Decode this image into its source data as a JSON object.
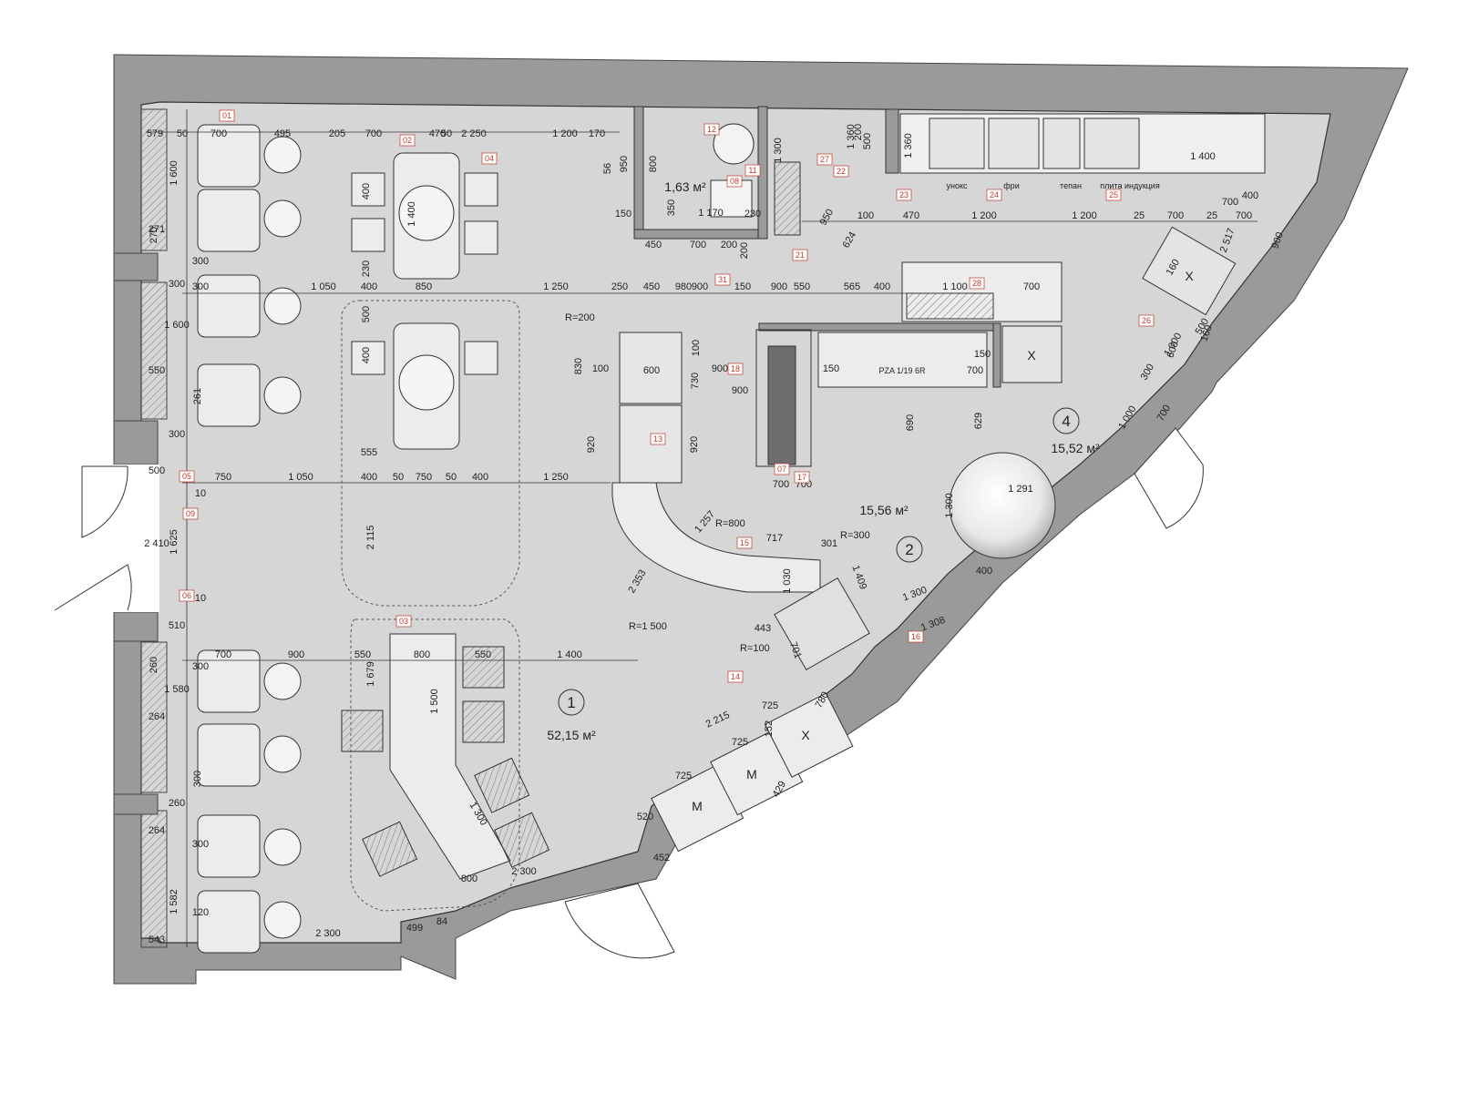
{
  "rooms": [
    {
      "number": "1",
      "area": "52,15 м²"
    },
    {
      "number": "2",
      "area": "15,56 м²"
    },
    {
      "number": "4",
      "area": "15,52 м²"
    },
    {
      "number": "",
      "area": "1,63 м²"
    }
  ],
  "equipment_labels": {
    "unox": "унокс",
    "fryer": "фри",
    "teppan": "тепан",
    "induction": "плита индукция",
    "pizza_oven": "PZA 1/19 6R",
    "mark_x": "X",
    "mark_m": "M"
  },
  "radius_labels": [
    "R=200",
    "R=800",
    "R=1 500",
    "R=300",
    "R=100"
  ],
  "tags": [
    "01",
    "02",
    "03",
    "04",
    "05",
    "06",
    "07",
    "08",
    "09",
    "11",
    "12",
    "13",
    "14",
    "15",
    "16",
    "17",
    "18",
    "21",
    "22",
    "23",
    "24",
    "25",
    "26",
    "27",
    "28",
    "31"
  ],
  "dimensions": {
    "top_row": [
      "579",
      "50",
      "700",
      "495",
      "205",
      "700",
      "470",
      "50",
      "2 250",
      "1 200",
      "170"
    ],
    "left_column": [
      "1 600",
      "271",
      "300",
      "300",
      "270",
      "300",
      "1 600",
      "550",
      "261",
      "300",
      "500",
      "10",
      "1 625",
      "2 410",
      "10",
      "510",
      "260",
      "300",
      "1 580",
      "264",
      "300",
      "260",
      "264",
      "300",
      "1 582",
      "543",
      "120"
    ],
    "horizontal_row_1": [
      "1 050",
      "400",
      "850",
      "1 250",
      "250",
      "450",
      "980",
      "900",
      "150",
      "900",
      "550",
      "565",
      "400"
    ],
    "horizontal_row_2": [
      "750",
      "1 050",
      "400",
      "50",
      "750",
      "50",
      "400",
      "1 250"
    ],
    "lower_row": [
      "700",
      "900",
      "550",
      "800",
      "550",
      "1 400",
      "2 300",
      "499",
      "84",
      "800",
      "2 300"
    ],
    "kitchen_top": [
      "100",
      "470",
      "1 200",
      "1 200",
      "25",
      "700",
      "25",
      "700",
      "1 400",
      "950",
      "624"
    ],
    "misc": [
      "1 400",
      "400",
      "230",
      "400",
      "500",
      "555",
      "2 115",
      "1 679",
      "1 500",
      "1 300",
      "1 257",
      "717",
      "301",
      "1 409",
      "443",
      "701",
      "1 030",
      "700",
      "629",
      "690",
      "1 300",
      "1 291",
      "1 000",
      "300",
      "400",
      "1 300",
      "1 308",
      "900",
      "2 517",
      "400",
      "600",
      "160",
      "700",
      "150",
      "1 100",
      "700",
      "1 170",
      "350",
      "150",
      "230",
      "200",
      "200",
      "450",
      "700",
      "100",
      "830",
      "100",
      "600",
      "900",
      "920",
      "920",
      "730",
      "900",
      "700",
      "150",
      "700",
      "2 353",
      "2 215",
      "725",
      "725",
      "725",
      "152",
      "780",
      "520",
      "452",
      "429",
      "56",
      "950",
      "800",
      "1 300",
      "1 360",
      "500",
      "200",
      "1 360",
      "700",
      "1 000",
      "500",
      "160",
      "600"
    ]
  },
  "colors": {
    "wall": "#9a9a9a",
    "floor": "#d6d6d6",
    "line": "#2a2a2a",
    "tag_red": "#c0392b",
    "background": "#ffffff"
  }
}
